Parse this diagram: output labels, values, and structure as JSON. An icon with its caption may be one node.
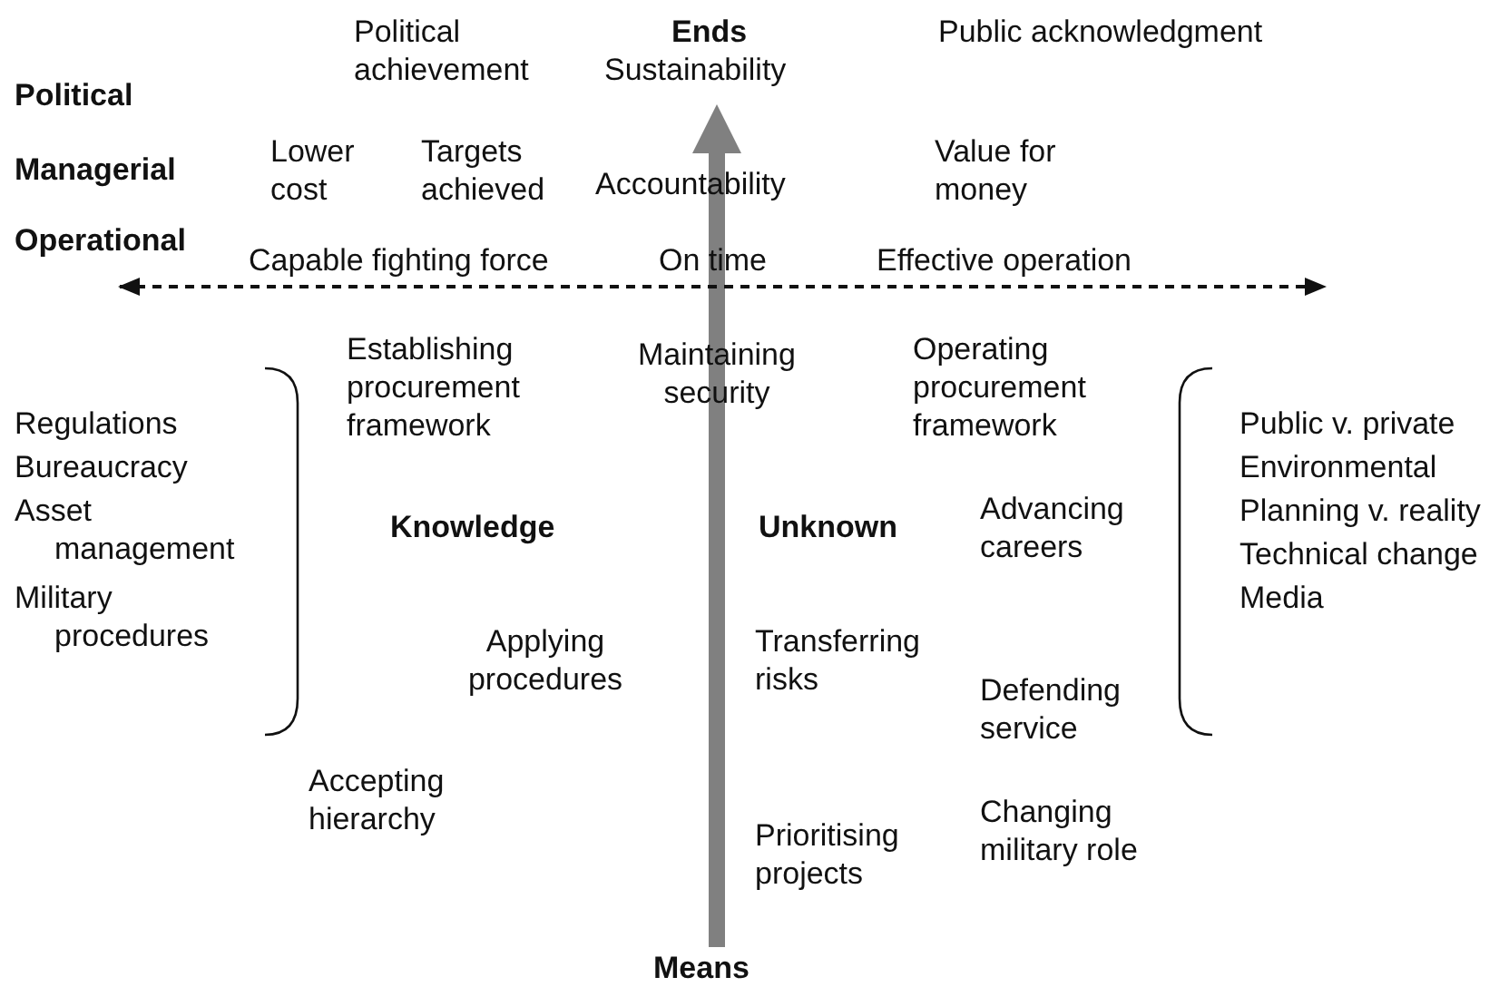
{
  "diagram": {
    "labels": [
      "Political achievement",
      "Ends",
      "Sustainability",
      "Public acknowledgment",
      "Political",
      "Lower cost",
      "Targets achieved",
      "Accountability",
      "Value for money",
      "Managerial",
      "Operational",
      "Capable fighting force",
      "On time",
      "Effective operation",
      "Establishing procurement framework",
      "Maintaining security",
      "Operating procurement framework",
      "Regulations",
      "Bureaucracy",
      "Asset management",
      "Military procedures",
      "Public v. private",
      "Environmental",
      "Planning v. reality",
      "Technical change",
      "Media",
      "Knowledge",
      "Unknown",
      "Advancing careers",
      "Applying procedures",
      "Transferring risks",
      "Defending service",
      "Accepting hierarchy",
      "Prioritising projects",
      "Changing military role",
      "Means"
    ]
  }
}
